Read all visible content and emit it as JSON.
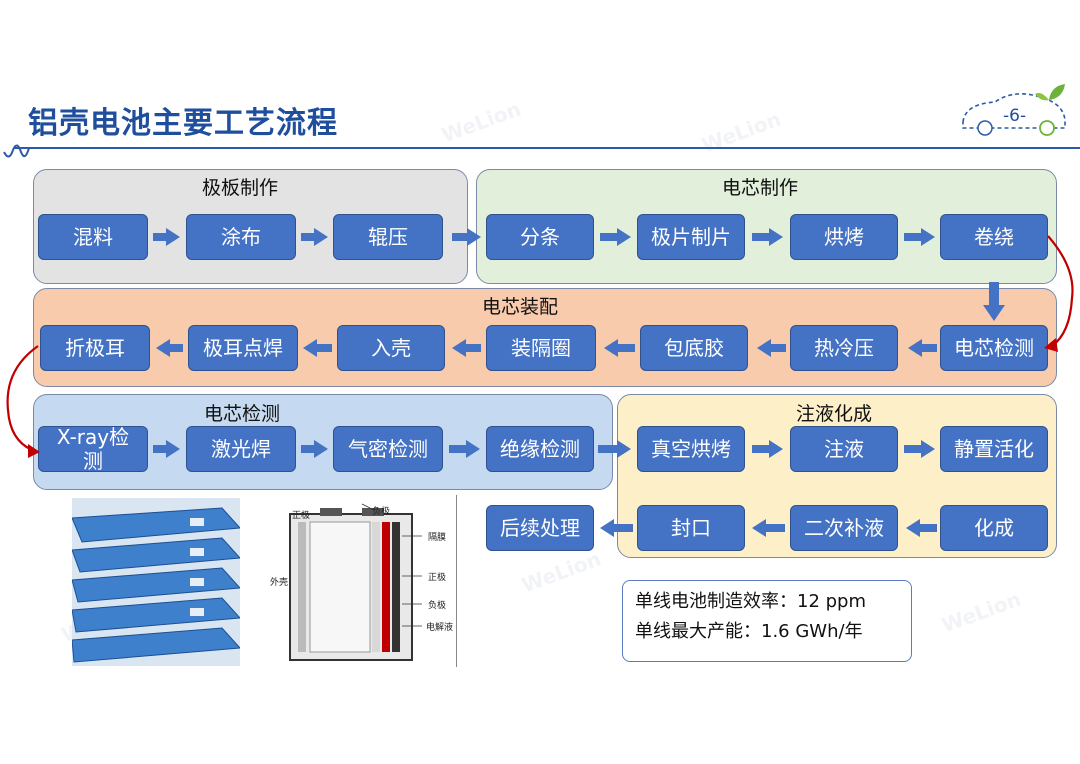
{
  "title": "铝壳电池主要工艺流程",
  "page_number": "-6-",
  "watermark": "WeLion",
  "groups": {
    "electrode": "极板制作",
    "core_making": "电芯制作",
    "assembly": "电芯装配",
    "core_test": "电芯检测",
    "injection": "注液化成"
  },
  "steps": {
    "s1": "混料",
    "s2": "涂布",
    "s3": "辊压",
    "s4": "分条",
    "s5": "极片制片",
    "s6": "烘烤",
    "s7": "卷绕",
    "s8": "电芯检测",
    "s9": "热冷压",
    "s10": "包底胶",
    "s11": "装隔圈",
    "s12": "入壳",
    "s13": "极耳点焊",
    "s14": "折极耳",
    "s15": "X-ray检测",
    "s16": "激光焊",
    "s17": "气密检测",
    "s18": "绝缘检测",
    "s19": "真空烘烤",
    "s20": "注液",
    "s21": "静置活化",
    "s22": "化成",
    "s23": "二次补液",
    "s24": "封口",
    "s25": "后续处理"
  },
  "stats": {
    "line1": "单线电池制造效率：12 ppm",
    "line2": "单线最大产能：1.6 GWh/年"
  },
  "cell_labels": {
    "positive": "正极",
    "negative": "负极",
    "case": "外壳",
    "separator": "隔膜",
    "pos_layer": "正极",
    "neg_layer": "负极",
    "electrolyte": "电解液"
  },
  "colors": {
    "box": "#4472c4",
    "electrode_bg": "#e3e3e3",
    "core_bg": "#e2efda",
    "assembly_bg": "#f8cbad",
    "test_bg": "#c5d9f0",
    "inject_bg": "#fdf0c8"
  }
}
